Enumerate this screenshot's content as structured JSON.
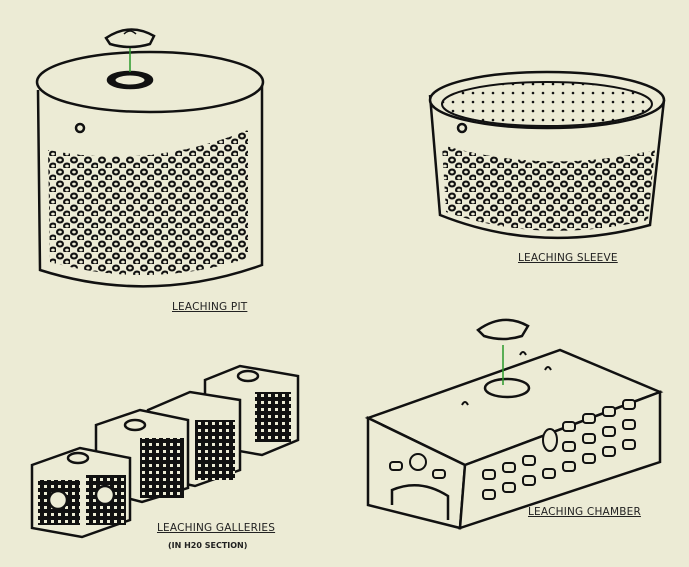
{
  "labels": {
    "leaching_pit": "LEACHING PIT",
    "leaching_sleeve": "LEACHING SLEEVE",
    "leaching_galleries": "LEACHING GALLERIES",
    "leaching_galleries_note": "(IN H20 SECTION)",
    "leaching_chamber": "LEACHING CHAMBER"
  },
  "colors": {
    "background": "#ECEBD5",
    "line": "#111111",
    "axis": "#2a9a2a"
  }
}
